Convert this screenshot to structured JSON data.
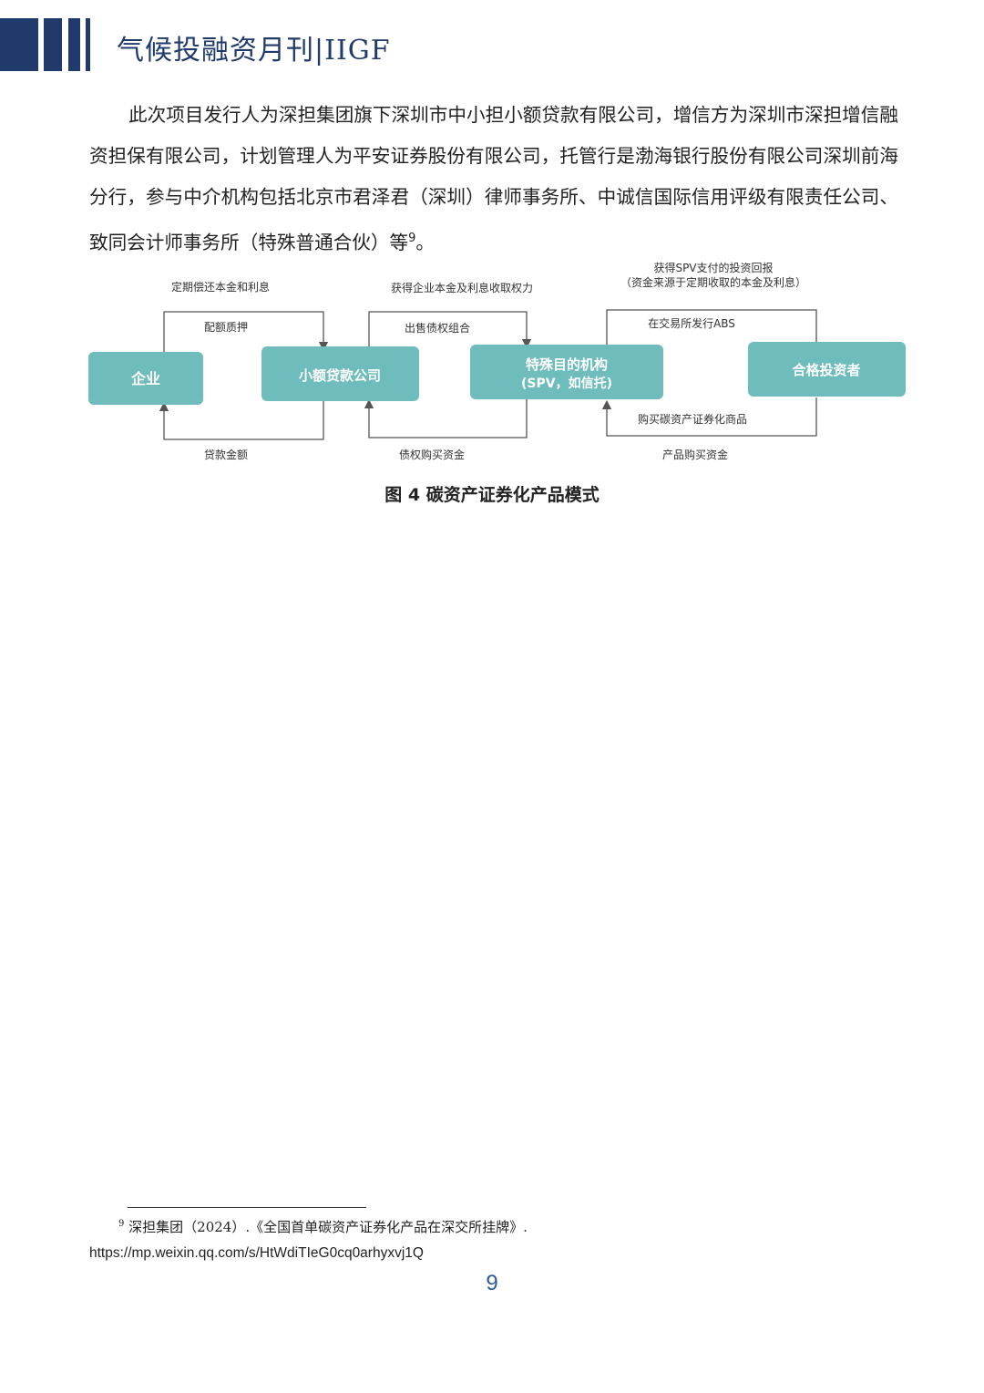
{
  "header": {
    "title": "气候投融资月刊|IIGF"
  },
  "body": {
    "paragraph": "此次项目发行人为深担集团旗下深圳市中小担小额贷款有限公司，增信方为深圳市深担增信融资担保有限公司，计划管理人为平安证券股份有限公司，托管行是渤海银行股份有限公司深圳前海分行，参与中介机构包括北京市君泽君（深圳）律师事务所、中诚信国际信用评级有限责任公司、致同会计师事务所（特殊普通合伙）等",
    "footnote_ref": "9",
    "paragraph_end": "。"
  },
  "diagram": {
    "nodes": {
      "enterprise": "企业",
      "lender": "小额贷款公司",
      "spv_line1": "特殊目的机构",
      "spv_line2": "(SPV，如信托)",
      "investor": "合格投资者"
    },
    "labels": {
      "repay": "定期偿还本金和利息",
      "pledge": "配额质押",
      "loan": "贷款金额",
      "rights": "获得企业本金及利息收取权力",
      "sell": "出售债权组合",
      "debt_fund": "债权购买资金",
      "return_line1": "获得SPV支付的投资回报",
      "return_line2": "（资金来源于定期收取的本金及利息）",
      "issue_abs": "在交易所发行ABS",
      "buy_product": "购买碳资产证券化商品",
      "product_fund": "产品购买资金"
    },
    "colors": {
      "node_fill": "#6fbcbc",
      "line": "#555555"
    }
  },
  "caption": "图  4  碳资产证券化产品模式",
  "footnote": {
    "mark": "9",
    "text": "深担集团（2024）.《全国首单碳资产证券化产品在深交所挂牌》.",
    "url": "https://mp.weixin.qq.com/s/HtWdiTIeG0cq0arhyxvj1Q"
  },
  "page_number": "9"
}
